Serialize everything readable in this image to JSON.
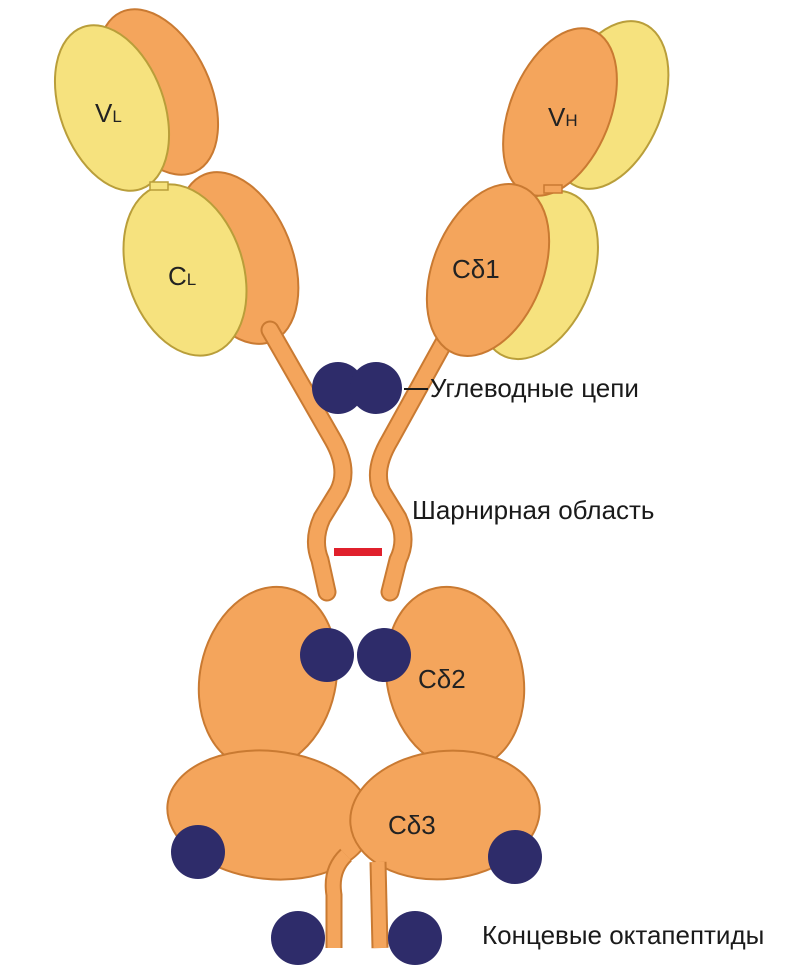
{
  "domains": {
    "vl": {
      "main": "V",
      "sub": "L"
    },
    "cl": {
      "main": "C",
      "sub": "L"
    },
    "vh": {
      "main": "V",
      "sub": "H"
    },
    "cd1": "Cδ1",
    "cd2": "Cδ2",
    "cd3": "Cδ3"
  },
  "labels": {
    "carbohydrates": "Углеводные цепи",
    "hinge": "Шарнирная область",
    "octapeptides": "Концевые октапептиды"
  },
  "colors": {
    "heavy_chain": "#F4A55C",
    "heavy_chain_stroke": "#C97A32",
    "light_chain": "#F6E27E",
    "light_chain_stroke": "#B99E3A",
    "carbohydrate": "#2E2C6A",
    "disulfide_bond": "#E0202C"
  }
}
